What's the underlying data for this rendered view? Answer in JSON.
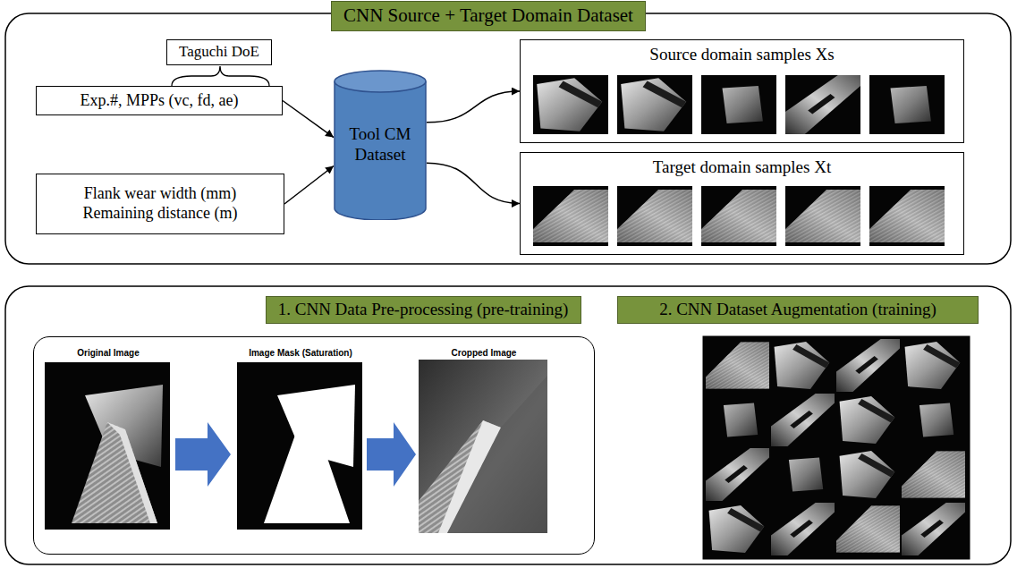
{
  "diagram": {
    "nodes": [
      {
        "text": [
          "CNN Source + Target Domain Dataset"
        ]
      },
      {
        "text": [
          "Taguchi DoE"
        ]
      },
      {
        "text": [
          "Exp.#, MPPs (vc, fd, ae)"
        ]
      },
      {
        "text": [
          "Flank wear width (mm)",
          "Remaining distance (m)"
        ]
      },
      {
        "text": [
          "Tool CM Dataset"
        ]
      },
      {
        "text": [
          "Source domain samples Xs"
        ]
      },
      {
        "text": [
          "Target domain samples Xt"
        ]
      },
      {
        "text": [
          "1. CNN Data Pre-processing (pre-training)"
        ]
      },
      {
        "text": [
          "2. CNN Dataset Augmentation (training)"
        ]
      },
      {
        "text": [
          "Original Image",
          "Image Mask (Saturation)",
          "Cropped Image"
        ]
      }
    ],
    "edges": [
      {
        "from": 2,
        "to": 4,
        "arrow": "to"
      },
      {
        "from": 3,
        "to": 4,
        "arrow": "to"
      },
      {
        "from": 4,
        "to": 5,
        "arrow": "to"
      },
      {
        "from": 4,
        "to": 6,
        "arrow": "to"
      }
    ]
  }
}
